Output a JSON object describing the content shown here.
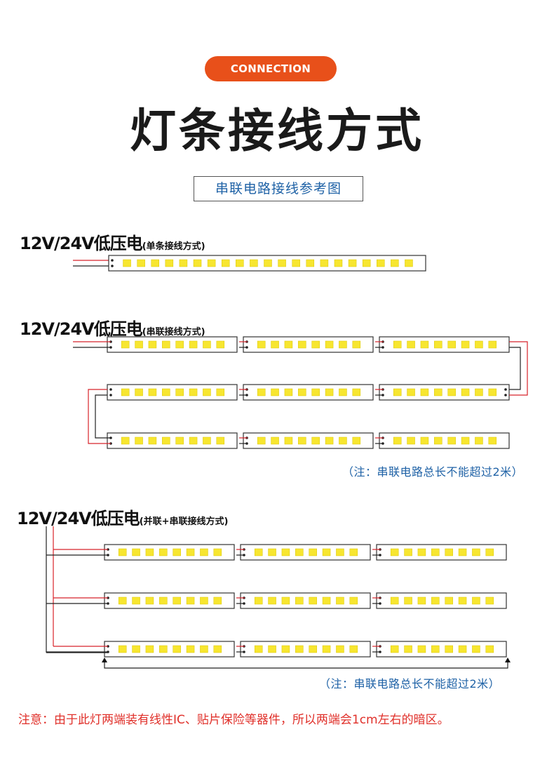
{
  "header": {
    "badge": "CONNECTION",
    "title": "灯条接线方式",
    "subtitle": "串联电路接线参考图"
  },
  "sections": [
    {
      "voltage_label": "12V/24V低压电",
      "mode_label": "(单条接线方式)"
    },
    {
      "voltage_label": "12V/24V低压电",
      "mode_label": "(串联接线方式)",
      "note": "（注：串联电路总长不能超过2米）"
    },
    {
      "voltage_label": "12V/24V低压电",
      "mode_label": "(并联+串联接线方式)",
      "note": "（注：串联电路总长不能超过2米）"
    }
  ],
  "footer_warning": "注意：由于此灯两端装有线性IC、贴片保险等器件，所以两端会1cm左右的暗区。",
  "colors": {
    "accent": "#e8501a",
    "note_blue": "#1f62a6",
    "wire_red": "#d8232a",
    "wire_black": "#222222",
    "led_yellow": "#f7e630",
    "warning_red": "#e0302a"
  }
}
